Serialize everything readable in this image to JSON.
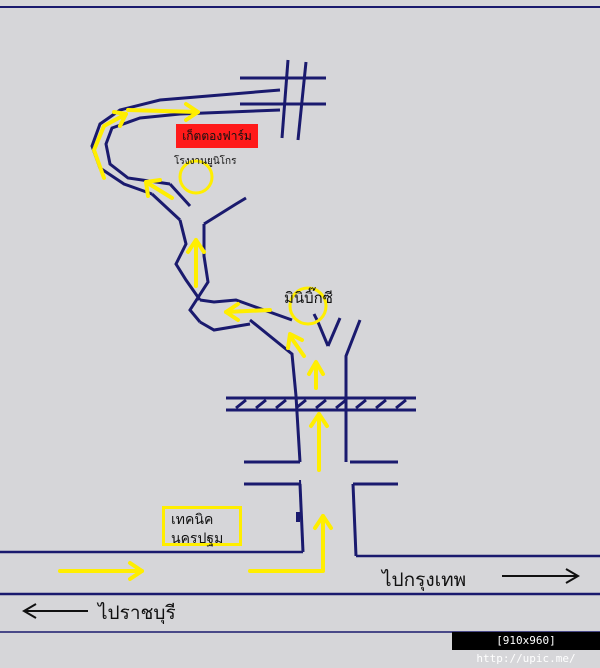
{
  "labels": {
    "farm": "เก็ตตองฟาร์ม",
    "school": "โรงงานยูนิโกร",
    "minibigc": "มินิบิ๊กซี",
    "technic_line1": "เทคนิค",
    "technic_line2": "นครปฐม",
    "to_bangkok": "ไปกรุงเทพ",
    "to_ratchaburi": "ไปราชบุรี"
  },
  "watermark": "[910x960] http://upic.me/",
  "colors": {
    "road": "#1a1a6e",
    "route_arrow": "#ffee00",
    "landmark_highlight": "#ff1a1a",
    "background": "#d6d6d9"
  },
  "icons": {
    "direction_arrows": "arrow-icon",
    "landmark_markers": "circle-marker-icon"
  }
}
